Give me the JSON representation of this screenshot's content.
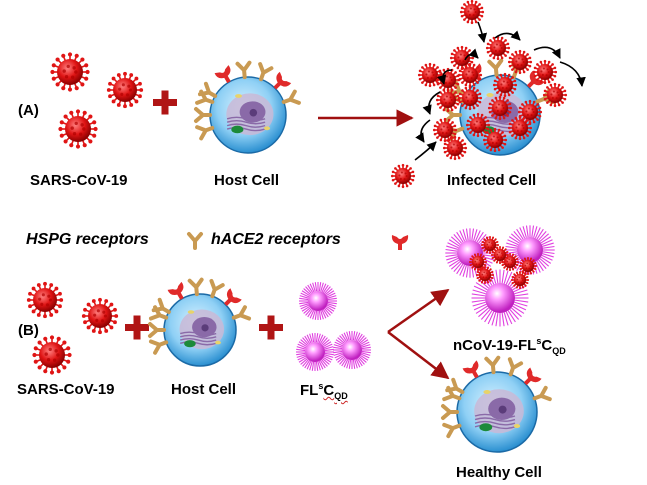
{
  "row_a": {
    "tag": "(A)",
    "virus_label": "SARS-CoV-19",
    "cell_label": "Host Cell",
    "result_label": "Infected Cell"
  },
  "legend": {
    "hspg": "HSPG receptors",
    "hace2": "hACE2 receptors"
  },
  "row_b": {
    "tag": "(B)",
    "virus_label": "SARS-CoV-19",
    "cell_label": "Host Cell",
    "qd_label": {
      "main": "FL",
      "sup": "s",
      "c": "C",
      "sub": "QD"
    },
    "complex_label": {
      "main": "nCoV-19-FL",
      "sup": "s",
      "c": "C",
      "sub": "QD"
    },
    "healthy_label": "Healthy Cell"
  },
  "colors": {
    "virus": "#e01515",
    "cell_blue": "#3aa7e0",
    "nucleus": "#8a6aa8",
    "hspg": "#c99a52",
    "hace2": "#e02a2a",
    "qd": "#e040e0",
    "arrow": "#a01010"
  }
}
